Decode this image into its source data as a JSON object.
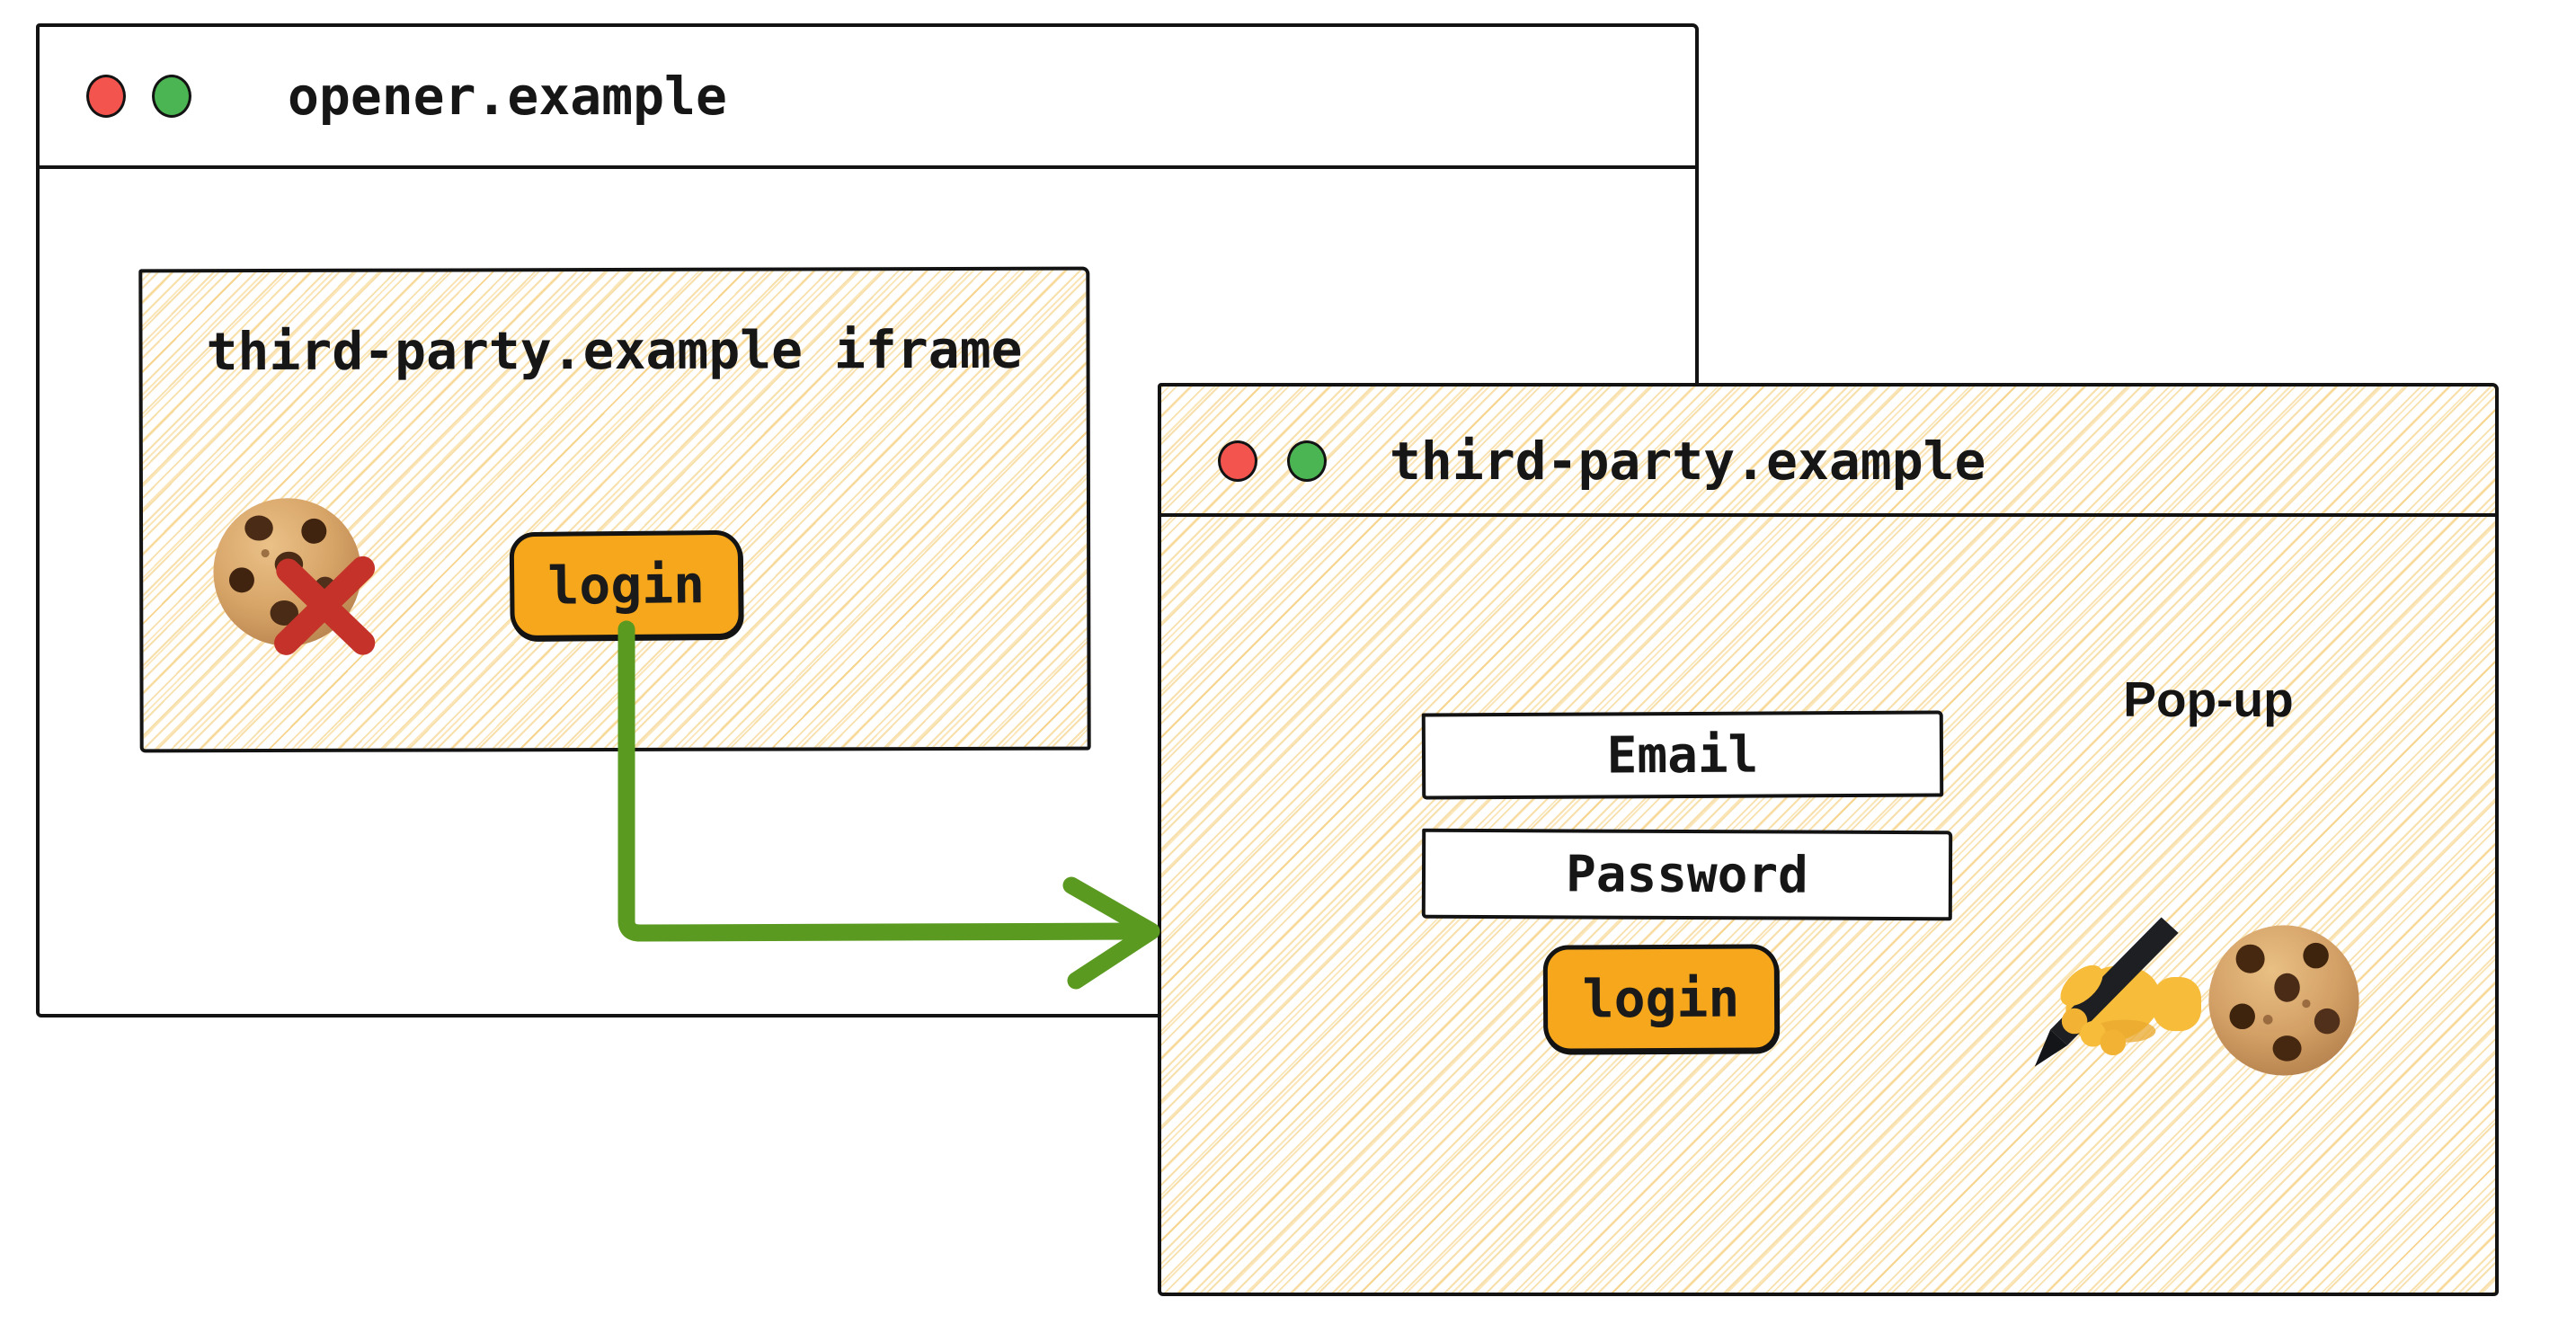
{
  "opener_window": {
    "title": "opener.example",
    "traffic_lights": [
      "red",
      "green"
    ],
    "iframe": {
      "label": "third-party.example iframe",
      "login_button_label": "login",
      "cookie_state": "blocked"
    }
  },
  "popup_window": {
    "title": "third-party.example",
    "traffic_lights": [
      "red",
      "green"
    ],
    "annotation": "Pop-up",
    "form": {
      "email_label": "Email",
      "password_label": "Password",
      "login_button_label": "login"
    },
    "cookie_state": "allowed"
  },
  "icons": {
    "iframe_cookie": "cookie-icon",
    "iframe_cookie_blocked": "cross-mark-icon",
    "flow_arrow": "green-elbow-arrow-icon",
    "popup_writing_hand": "writing-hand-icon",
    "popup_cookie": "cookie-icon",
    "window_controls": [
      "traffic-light-red-icon",
      "traffic-light-green-icon"
    ]
  },
  "colors": {
    "button_orange": "#F6A71C",
    "arrow_green": "#5B9A20",
    "cross_red": "#C43229",
    "traffic_red": "#F4544E",
    "traffic_green": "#4CB553",
    "hatch_yellow": "#F3C66A",
    "ink": "#131313"
  }
}
